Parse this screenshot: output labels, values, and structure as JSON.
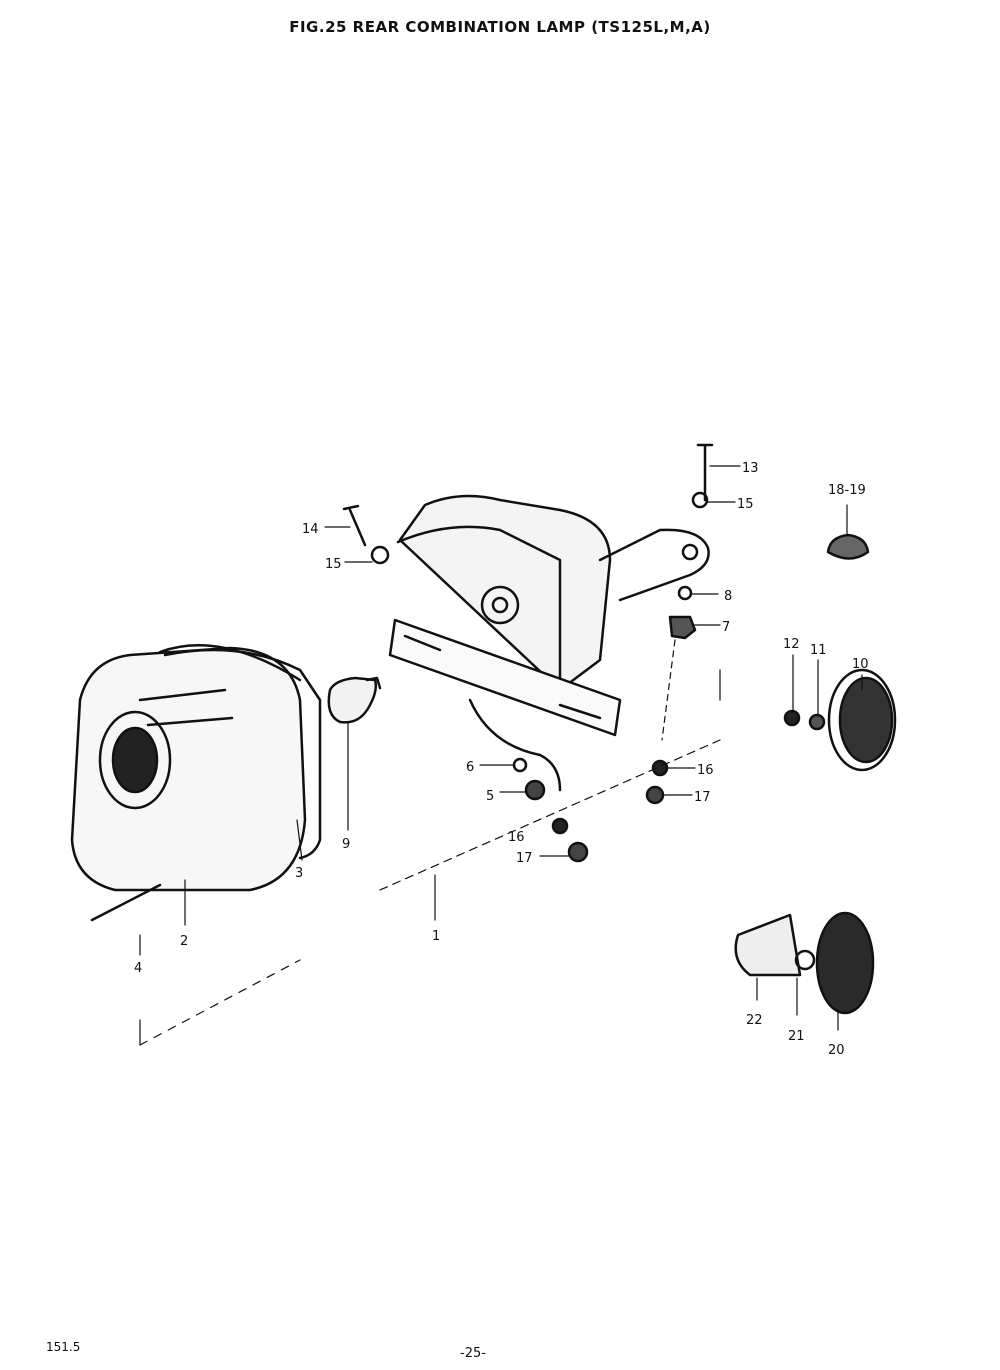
{
  "header": {
    "title": "FIG.25  REAR COMBINATION LAMP (TS125L,M,A)"
  },
  "callouts": {
    "c1": "1",
    "c2": "2",
    "c3": "3",
    "c4": "4",
    "c5": "5",
    "c6": "6",
    "c7": "7",
    "c8": "8",
    "c9": "9",
    "c10": "10",
    "c11": "11",
    "c12": "12",
    "c13": "13",
    "c14": "14",
    "c15a": "15",
    "c15b": "15",
    "c16a": "16",
    "c16b": "16",
    "c17a": "17",
    "c17b": "17",
    "c18_19": "18-19",
    "c20": "20",
    "c21": "21",
    "c22": "22"
  },
  "footer": {
    "code": "151.5",
    "page": "-25-"
  },
  "colors": {
    "ink": "#111111",
    "paper": "#ffffff"
  }
}
